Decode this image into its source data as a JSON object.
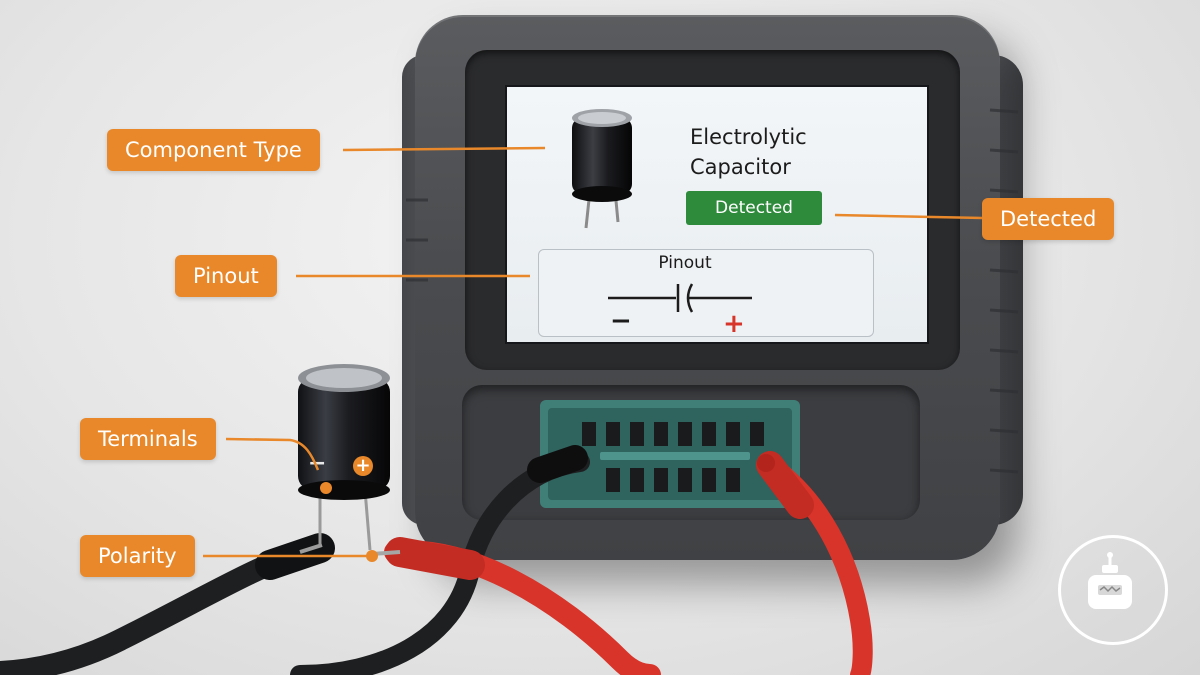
{
  "screen": {
    "component_name": "Electrolytic Capacitor",
    "status": "Detected",
    "pinout_title": "Pinout",
    "pin_negative": "−",
    "pin_positive": "+"
  },
  "callouts": {
    "component_type": "Component Type",
    "detected": "Detected",
    "pinout": "Pinout",
    "terminals": "Terminals",
    "polarity": "Polarity"
  },
  "capacitor_markings": {
    "negative": "−",
    "positive": "+"
  },
  "colors": {
    "callout": "#e8882a",
    "status_green": "#2e8b3c",
    "socket_teal": "#3f7f78",
    "probe_red": "#d8342a",
    "probe_black": "#1e1f21",
    "positive_marker": "#d8342a"
  },
  "icons": {
    "capacitor": "capacitor-icon",
    "capacitor_symbol": "capacitor-schematic-icon",
    "watermark": "robot-logo-icon"
  }
}
